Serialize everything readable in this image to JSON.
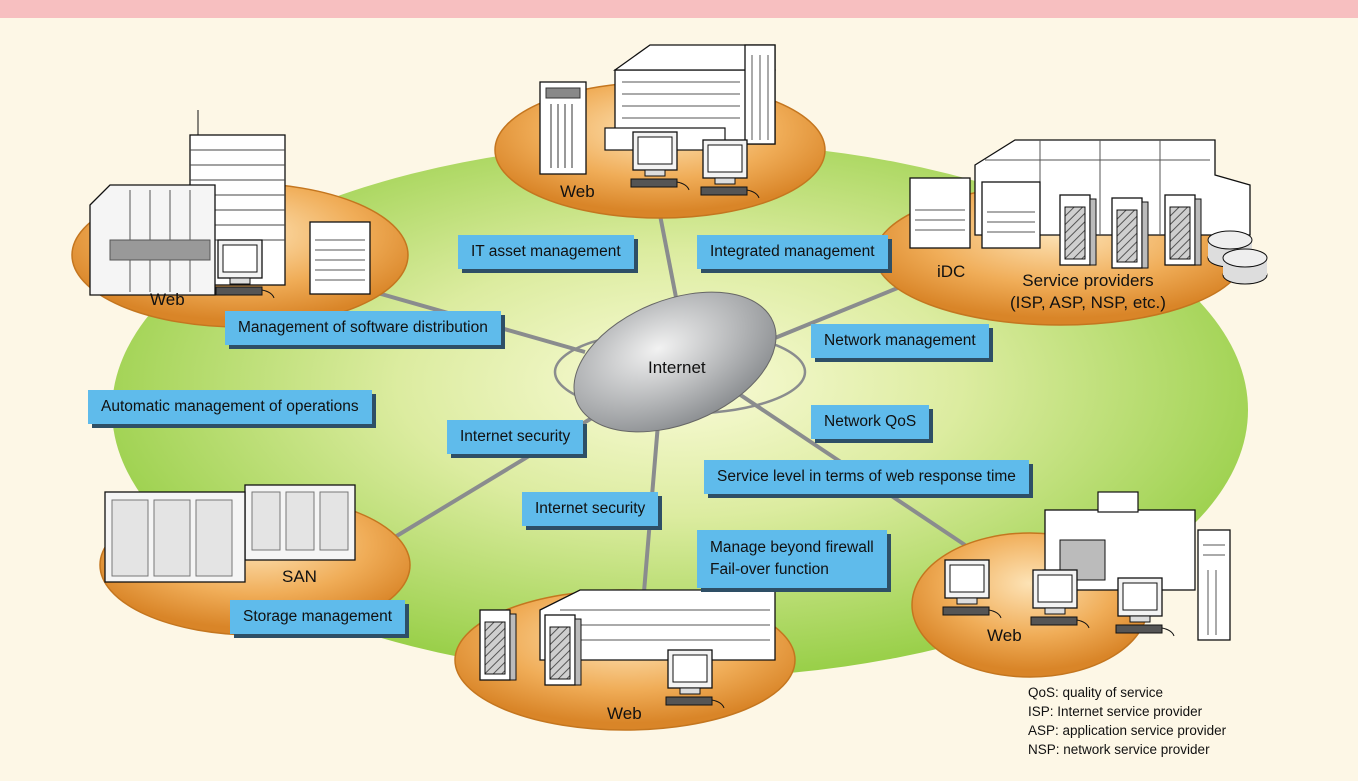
{
  "hub": {
    "label": "Internet"
  },
  "nodes": {
    "top_web": "Web",
    "left_web": "Web",
    "idc": "iDC",
    "service_providers": [
      "Service providers",
      "(ISP, ASP, NSP, etc.)"
    ],
    "san": "SAN",
    "right_web": "Web",
    "bottom_web": "Web"
  },
  "labels": {
    "it_asset": "IT asset management",
    "integrated": "Integrated management",
    "software_distribution": "Management of software distribution",
    "network_management": "Network management",
    "automatic_operations": "Automatic management of operations",
    "network_qos": "Network QoS",
    "internet_security_1": "Internet security",
    "service_level": "Service level in terms of web response time",
    "internet_security_2": "Internet security",
    "firewall": [
      "Manage beyond firewall",
      "Fail-over function"
    ],
    "storage": "Storage management"
  },
  "legend": [
    "QoS: quality of service",
    "ISP: Internet service provider",
    "ASP: application service provider",
    "NSP: network service provider"
  ],
  "colors": {
    "top_bar": "#f7bfc0",
    "panel": "#fdf7e6",
    "network_ellipse": "#a9d85a",
    "node_disc": "#ea9a3e",
    "label_box": "#5fbbeb",
    "hub": "#9fa2a5"
  }
}
